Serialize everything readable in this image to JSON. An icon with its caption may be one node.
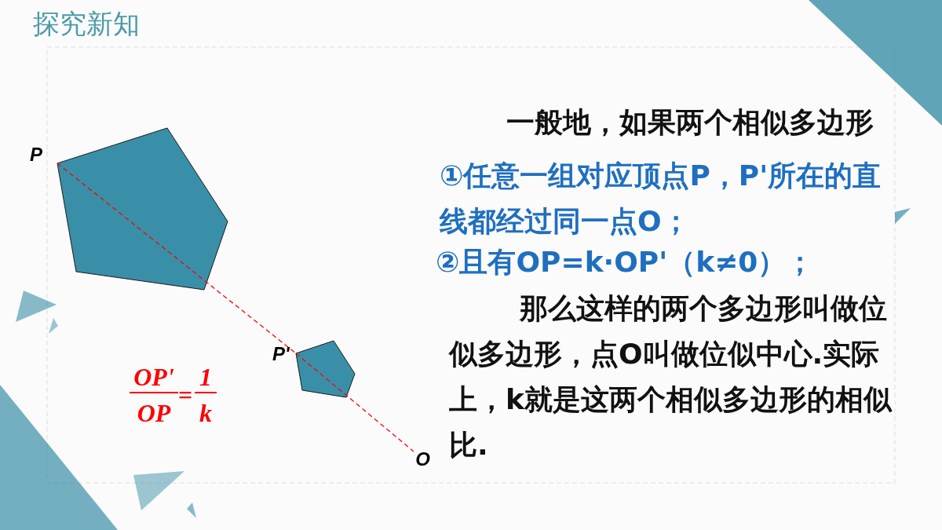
{
  "diagram": {
    "title": "探究新知",
    "nodes": [
      {
        "text": [
          "P"
        ]
      },
      {
        "text": [
          "P'"
        ]
      },
      {
        "text": [
          "O"
        ]
      }
    ],
    "edges": [
      {
        "from": 0,
        "to": 1,
        "arrow": "none",
        "style": "dashed",
        "color": "#ff0000"
      },
      {
        "from": 1,
        "to": 2,
        "arrow": "none",
        "style": "dashed",
        "color": "#ff0000"
      }
    ],
    "labels": [
      "一般地，如果两个相似多边形",
      "①任意一组对应顶点P，P'所在的直线都经过同一点O；",
      "②且有OP=k·OP'（k≠0）；",
      "那么这样的两个多边形叫做位似多边形，点O叫做位似中心.实际上，k就是这两个相似多边形的相似比.",
      "OP'",
      "OP",
      "=",
      "1",
      "k"
    ]
  }
}
